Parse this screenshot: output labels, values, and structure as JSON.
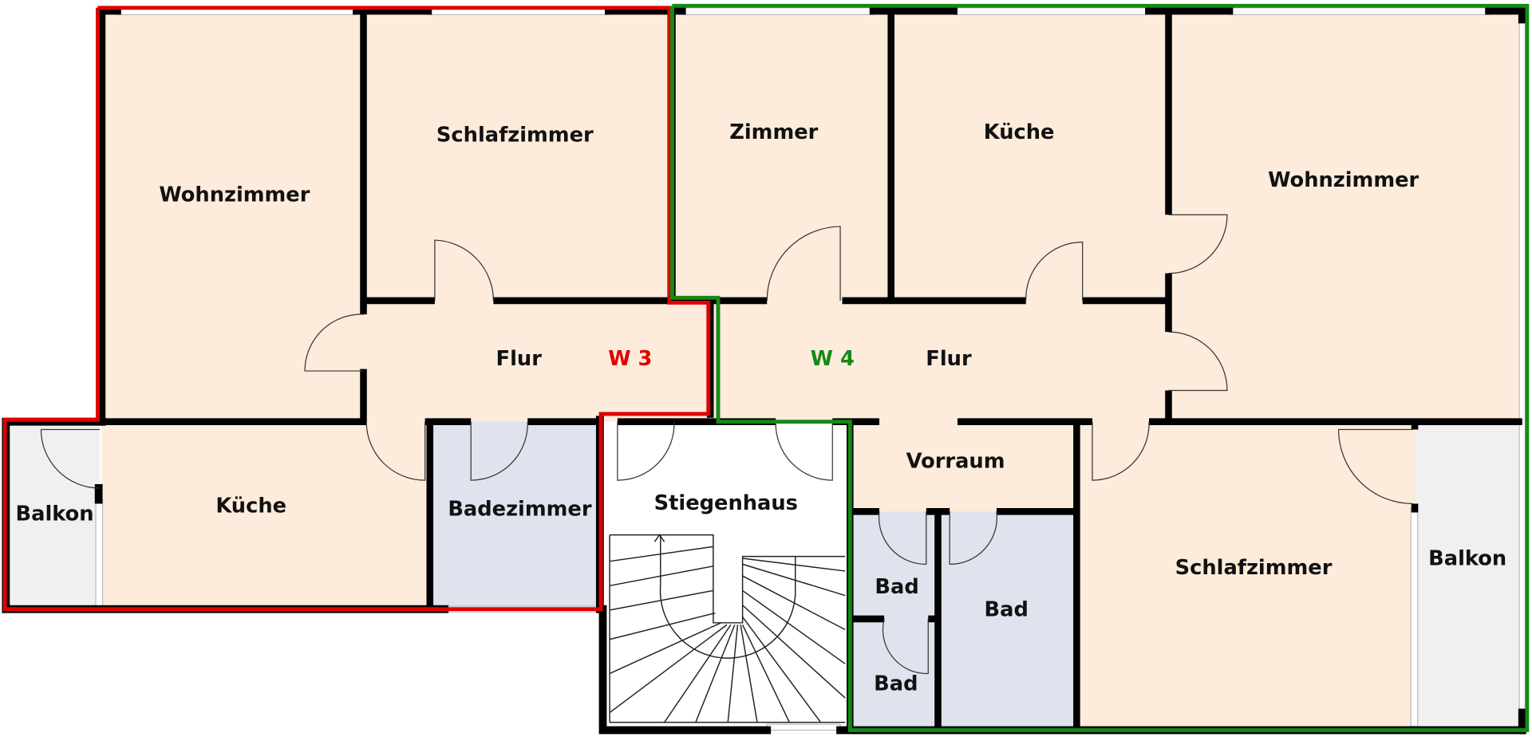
{
  "colors": {
    "living": "#fdebdb",
    "wet": "#dfe3ee",
    "balcony": "#f0f0f0",
    "w3_boundary": "#e00000",
    "w4_boundary": "#148a14"
  },
  "apartments": {
    "w3": {
      "tag": "W 3",
      "rooms": {
        "wohnzimmer": "Wohnzimmer",
        "schlafzimmer": "Schlafzimmer",
        "flur": "Flur",
        "kueche": "Küche",
        "badezimmer": "Badezimmer",
        "balkon": "Balkon"
      }
    },
    "w4": {
      "tag": "W 4",
      "rooms": {
        "zimmer": "Zimmer",
        "kueche": "Küche",
        "wohnzimmer": "Wohnzimmer",
        "flur": "Flur",
        "vorraum": "Vorraum",
        "bad1": "Bad",
        "bad2": "Bad",
        "bad3": "Bad",
        "schlafzimmer": "Schlafzimmer",
        "balkon": "Balkon"
      }
    }
  },
  "common": {
    "stiegenhaus": "Stiegenhaus"
  }
}
